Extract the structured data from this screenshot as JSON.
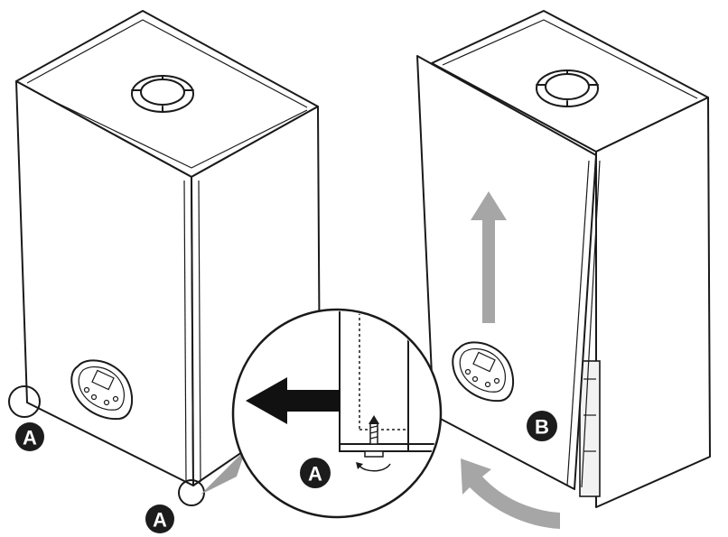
{
  "callouts": {
    "left_corner_label": "A",
    "bottom_corner_label": "A",
    "magnifier_label": "A",
    "front_panel_label": "B"
  },
  "colors": {
    "outline": "#1a1a1a",
    "arrow_gray": "#a6a6a6",
    "arrow_black": "#111111",
    "badge_fill": "#1c1c1c"
  },
  "icons": [
    "screw-icon",
    "rotate-arrow-icon",
    "up-arrow-icon",
    "left-arrow-icon",
    "curved-arrow-icon"
  ]
}
